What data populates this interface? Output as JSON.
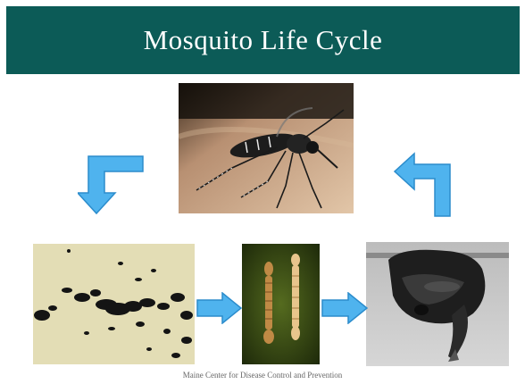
{
  "title": "Mosquito Life Cycle",
  "credit": "Maine Center for Disease Control and Prevention",
  "colors": {
    "banner": "#0c5b57",
    "arrow_fill": "#4fb3ee",
    "arrow_stroke": "#2b8ccc"
  },
  "stages": [
    {
      "id": "adult",
      "icon": "adult-mosquito-photo"
    },
    {
      "id": "eggs",
      "icon": "mosquito-eggs-photo"
    },
    {
      "id": "larvae",
      "icon": "mosquito-larvae-photo"
    },
    {
      "id": "pupa",
      "icon": "mosquito-pupa-photo"
    }
  ],
  "arrows": [
    "adult-to-eggs",
    "eggs-to-larvae",
    "larvae-to-pupa",
    "pupa-to-adult"
  ]
}
